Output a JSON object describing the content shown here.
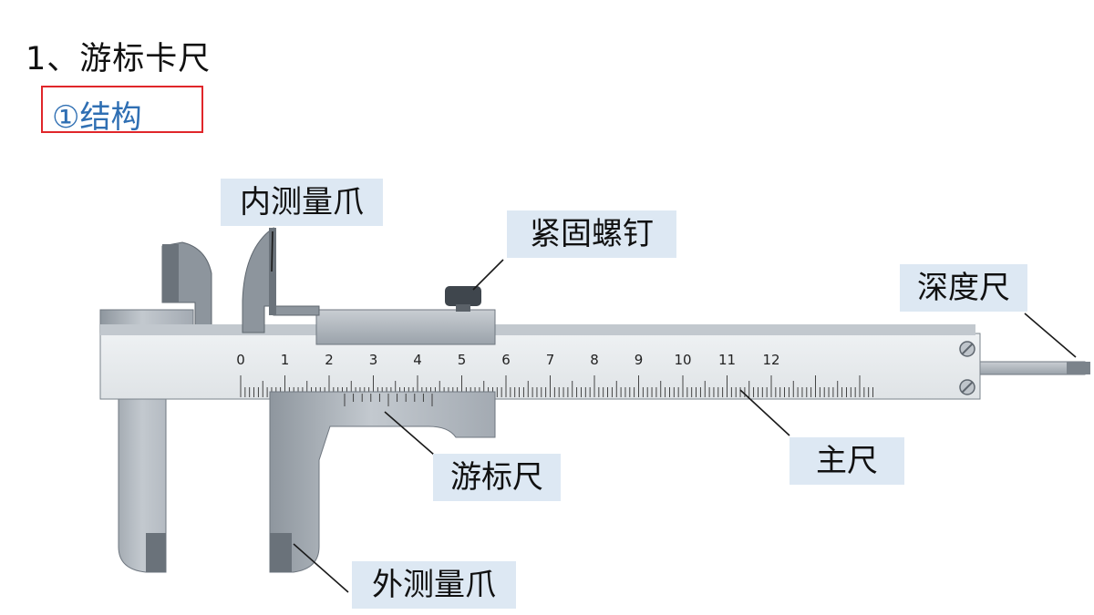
{
  "heading": {
    "title": "1、游标卡尺",
    "subtitle": "①结构"
  },
  "labels": {
    "inner_jaw": "内测量爪",
    "lock_screw": "紧固螺钉",
    "depth_rod": "深度尺",
    "vernier": "游标尺",
    "main_scale": "主尺",
    "outer_jaw": "外测量爪"
  },
  "scale": {
    "numbers": [
      "0",
      "1",
      "2",
      "3",
      "4",
      "5",
      "6",
      "7",
      "8",
      "9",
      "10",
      "11",
      "12"
    ]
  },
  "colors": {
    "subtitle_box_border": "#e0262a",
    "subtitle_text": "#2f6fb3",
    "label_background": "#dde8f3",
    "metal_light": "#b7bec5",
    "metal_dark": "#6f7780"
  }
}
